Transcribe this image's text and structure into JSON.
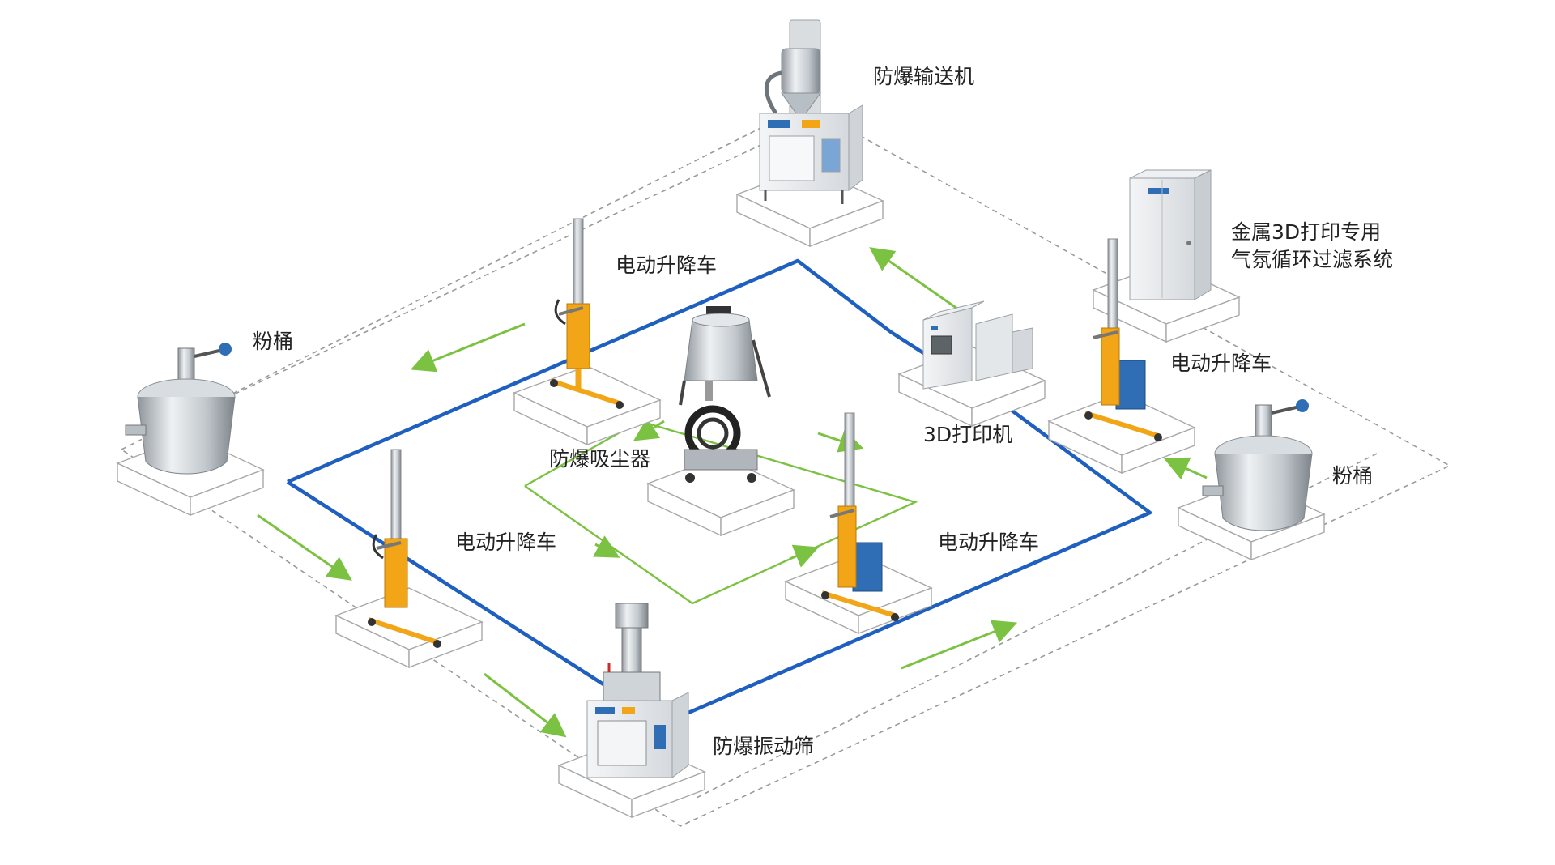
{
  "labels": {
    "conveyor": "防爆输送机",
    "filter_line1": "金属3D打印专用",
    "filter_line2": "气氛循环过滤系统",
    "lift_top": "电动升降车",
    "lift_right": "电动升降车",
    "lift_left": "电动升降车",
    "lift_center": "电动升降车",
    "bucket_left": "粉桶",
    "bucket_right": "粉桶",
    "vacuum": "防爆吸尘器",
    "printer": "3D打印机",
    "sieve": "防爆振动筛"
  },
  "colors": {
    "blue_loop": "#1f5fbf",
    "green_flow": "#7cc242",
    "platform_edge": "#a8a8a8",
    "dashed_boundary": "#9a9a9a",
    "lift_yellow": "#f2a516",
    "lift_blue": "#2f6db5",
    "steel": "#c9ced3",
    "cabinet": "#e9ecef"
  },
  "icons": {
    "conveyor": "explosion-proof-conveyor-machine",
    "filter": "atmosphere-filter-cabinet",
    "lift": "electric-lift-cart",
    "bucket": "powder-bucket",
    "vacuum": "explosion-proof-vacuum-cleaner",
    "printer": "3d-printer",
    "sieve": "explosion-proof-vibrating-sieve"
  }
}
